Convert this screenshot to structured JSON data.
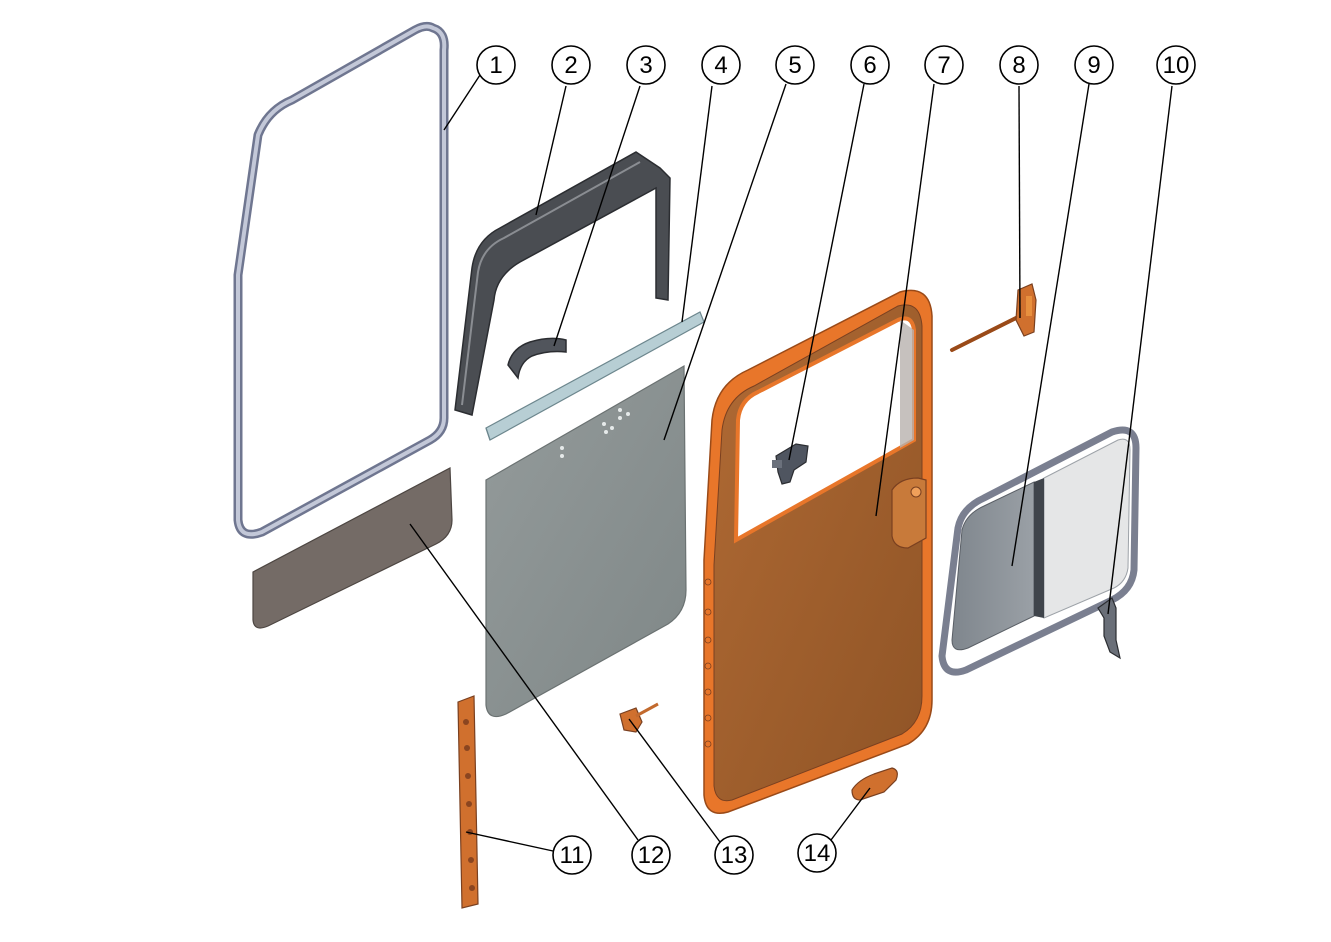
{
  "diagram": {
    "type": "exploded-parts-view",
    "colors": {
      "door": "#a0612f",
      "door_edge": "#e8762a",
      "panel": "#8a9191",
      "trim": "#6f6661",
      "seal": "#9aa0b4",
      "glass": "#8c9299",
      "hardware": "#555a66",
      "bracket": "#d0702e",
      "strip": "#a9c2c9"
    },
    "callouts": [
      {
        "label": "1"
      },
      {
        "label": "2"
      },
      {
        "label": "3"
      },
      {
        "label": "4"
      },
      {
        "label": "5"
      },
      {
        "label": "6"
      },
      {
        "label": "7"
      },
      {
        "label": "8"
      },
      {
        "label": "9"
      },
      {
        "label": "10"
      },
      {
        "label": "11"
      },
      {
        "label": "12"
      },
      {
        "label": "13"
      },
      {
        "label": "14"
      }
    ]
  }
}
